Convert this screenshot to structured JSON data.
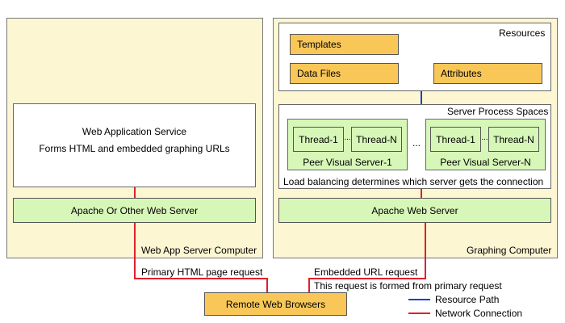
{
  "left_computer": {
    "label": "Web App Server Computer",
    "service_title": "Web Application Service",
    "service_desc": "Forms HTML and embedded graphing URLs",
    "web_server": "Apache Or Other Web Server"
  },
  "right_computer": {
    "label": "Graphing Computer",
    "resources": {
      "label": "Resources",
      "templates": "Templates",
      "data_files": "Data Files",
      "attributes": "Attributes"
    },
    "spaces": {
      "label": "Server Process Spaces",
      "thread_1": "Thread-1",
      "thread_n": "Thread-N",
      "dots": "...",
      "ellipsis": "...",
      "server_1": "Peer Visual Server-1",
      "server_n": "Peer Visual Server-N",
      "load_balancing": "Load balancing determines which server gets the connection"
    },
    "web_server": "Apache Web Server"
  },
  "connections": {
    "primary_request": "Primary HTML page request",
    "embedded_request": "Embedded URL request",
    "formed_note": "This request is formed from primary request"
  },
  "browsers": "Remote Web Browsers",
  "legend": {
    "resource_path": "Resource Path",
    "network_connection": "Network Connection",
    "resource_color": "#1a3fd4",
    "network_color": "#e0202a"
  }
}
